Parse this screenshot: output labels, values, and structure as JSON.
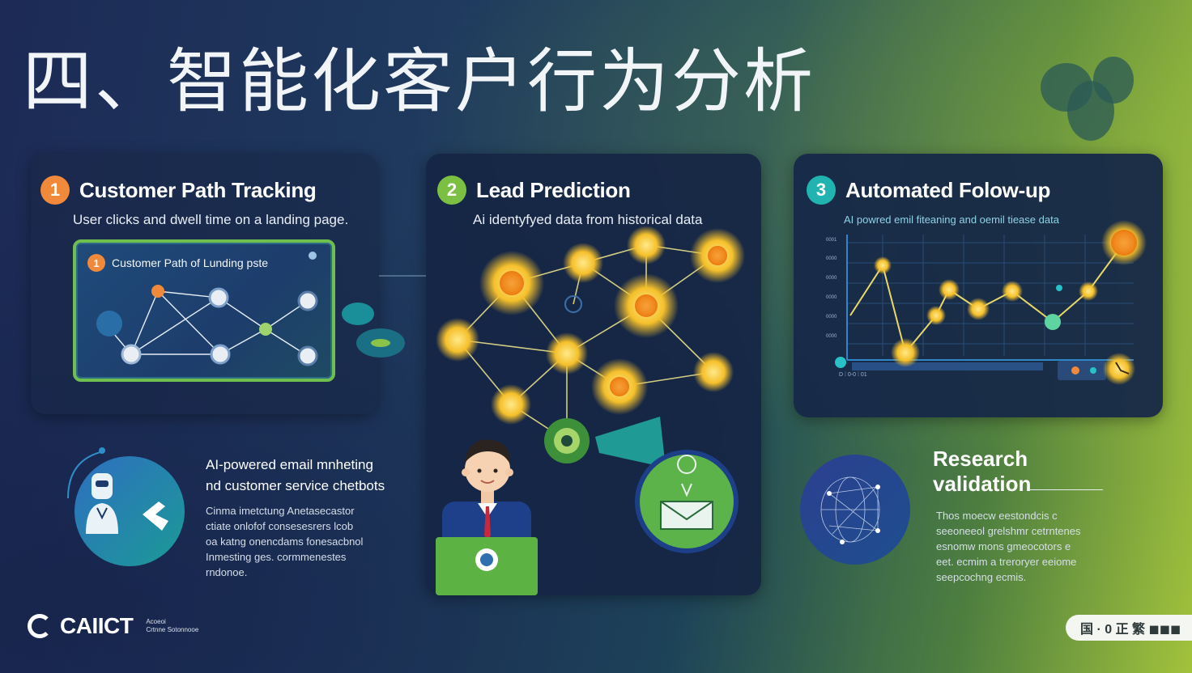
{
  "page_title": "四、智能化客户行为分析",
  "colors": {
    "step1": "#f08a3a",
    "step2": "#7cc043",
    "step3": "#21b3b0",
    "node_glow": "#f4c430",
    "accent_green": "#6fbf4f"
  },
  "cards": [
    {
      "number": "1",
      "title": "Customer Path Tracking",
      "subtitle": "User clicks and dwell time on a landing page.",
      "panel_number": "1",
      "panel_title": "Customer Path of Lunding pste"
    },
    {
      "number": "2",
      "title": "Lead Prediction",
      "subtitle": "Ai identyfyed data from historical data"
    },
    {
      "number": "3",
      "title": "Automated Folow-up",
      "subtitle": "AI powred emil fiteaning and oemil tiease data"
    }
  ],
  "chart_axis_labels": [
    "0001",
    "0000",
    "0000",
    "0000",
    "0000",
    "0000"
  ],
  "chart_footer": "D ⁞ 0-0 ⁞ 01",
  "bottom_left": {
    "title_line1": "AI-powered email mnheting",
    "title_line2": "nd customer service chetbots",
    "body": [
      "Cinma imetctung Anetasecastor",
      "ctiate onlofof consesesrers lcob",
      "oa katng onencdams fonesacbnol",
      "Inmesting ges. cormmenestes",
      "rndonoe."
    ]
  },
  "research": {
    "title_line1": "Research",
    "title_line2": "validation",
    "body": [
      "Thos moecw eestondcis c",
      "seeoneeol grelshmr cetrntenes",
      "esnomw mons gmeocotors e",
      "eet. ecmim a treroryer eeiome",
      "seepcochng ecmis."
    ]
  },
  "logo": {
    "name": "CAIICT",
    "sub_line1": "Acoeoi",
    "sub_line2": "Crtnne Sotonnooe"
  },
  "badge": "国 · 0 正 繁 ◼◼◼"
}
